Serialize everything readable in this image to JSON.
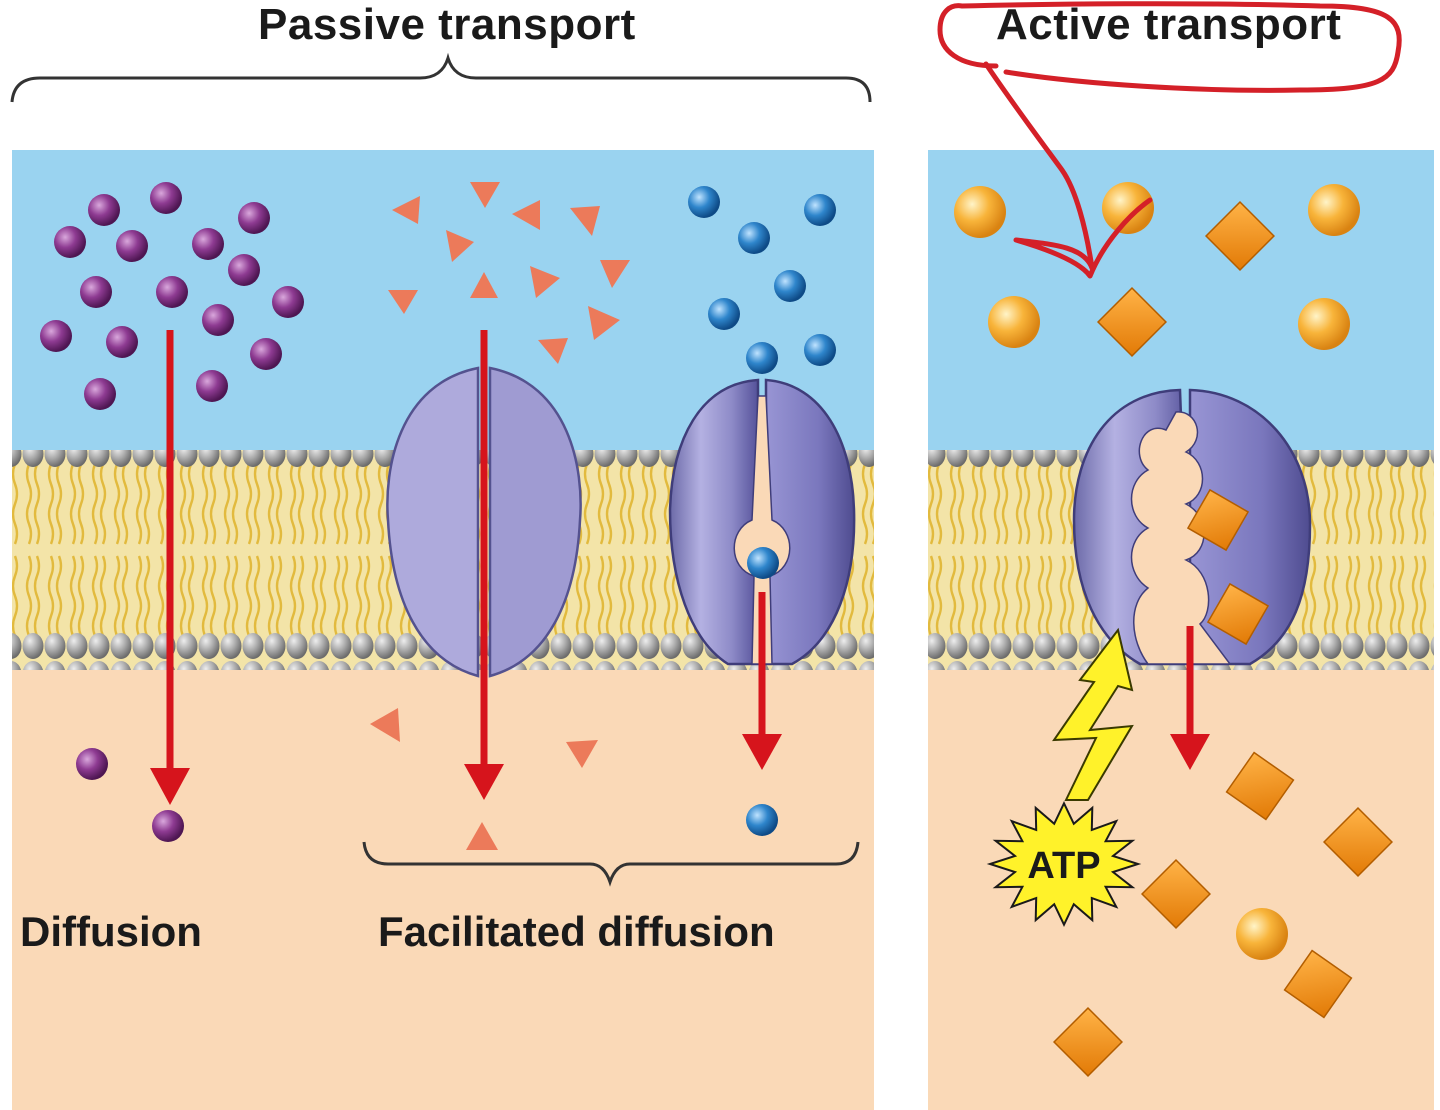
{
  "headings": {
    "passive": "Passive transport",
    "active": "Active transport"
  },
  "labels": {
    "diffusion": "Diffusion",
    "facilitated": "Facilitated diffusion",
    "atp": "ATP"
  },
  "colors": {
    "extracellular": "#9ad3f0",
    "cytoplasm": "#fad9b7",
    "phospholipid_head": "#9e9e9e",
    "lipid_tail": "#e8c24a",
    "protein": "#a9a6d8",
    "transport_arrow": "#d6141c",
    "annotation_ink": "#d42028",
    "purple_molecule": "#7b2d7f",
    "triangle_molecule": "#ec7a5a",
    "blue_molecule": "#2b7ec3",
    "orange_molecule": "#f6a623",
    "atp_burst": "#fff22a"
  }
}
